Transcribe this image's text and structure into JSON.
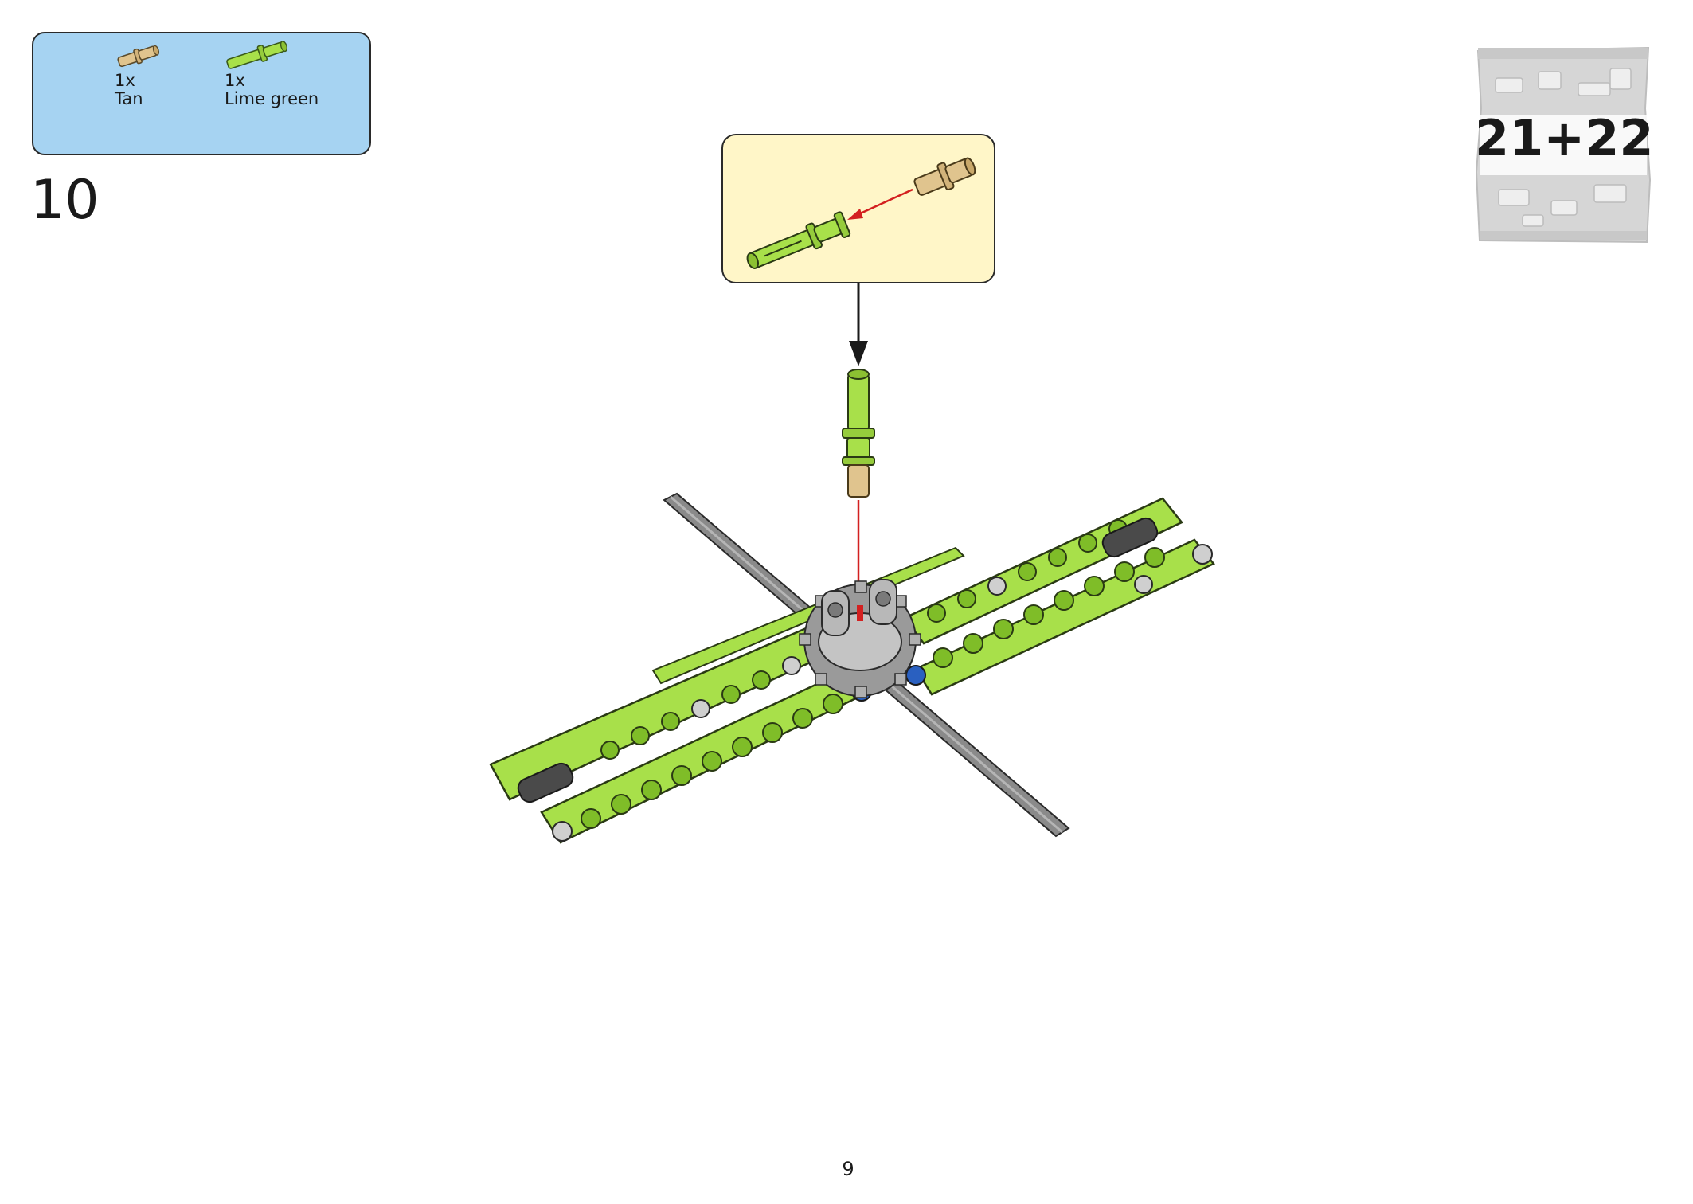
{
  "parts": [
    {
      "qty": "1x",
      "color_name": "Tan",
      "color": "#e0c48e"
    },
    {
      "qty": "1x",
      "color_name": "Lime green",
      "color": "#a8e04a"
    }
  ],
  "step_number": "10",
  "bag_label": "21+22",
  "page_number": "9",
  "colors": {
    "parts_panel_bg": "#a6d3f2",
    "callout_bg": "#fff6c8",
    "beam": "#a8e04a",
    "axle": "#8a8a8a",
    "gear": "#9a9a9a",
    "arrow_red": "#d32020"
  }
}
